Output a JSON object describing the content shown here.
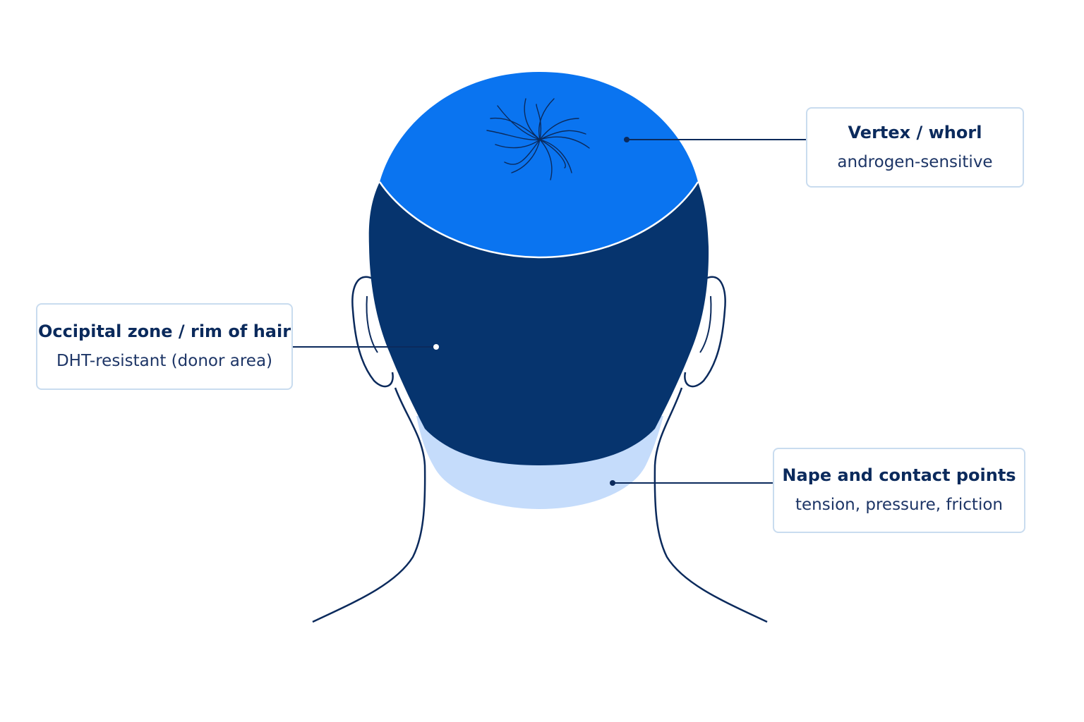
{
  "labels": {
    "vertex": {
      "title": "Vertex / whorl",
      "subtitle": "androgen-sensitive"
    },
    "occipital": {
      "title": "Occipital zone / rim of hair",
      "subtitle": "DHT-resistant (donor area)"
    },
    "nape": {
      "title": "Nape and contact points",
      "subtitle": "tension, pressure, friction"
    }
  },
  "colors": {
    "vertex": "#0a74f0",
    "occipital": "#06346e",
    "nape": "#c5dcfb",
    "outline": "#0b2a5c",
    "card_border": "#c9dcef"
  },
  "icons": {
    "whorl": "hair-whorl-icon"
  }
}
